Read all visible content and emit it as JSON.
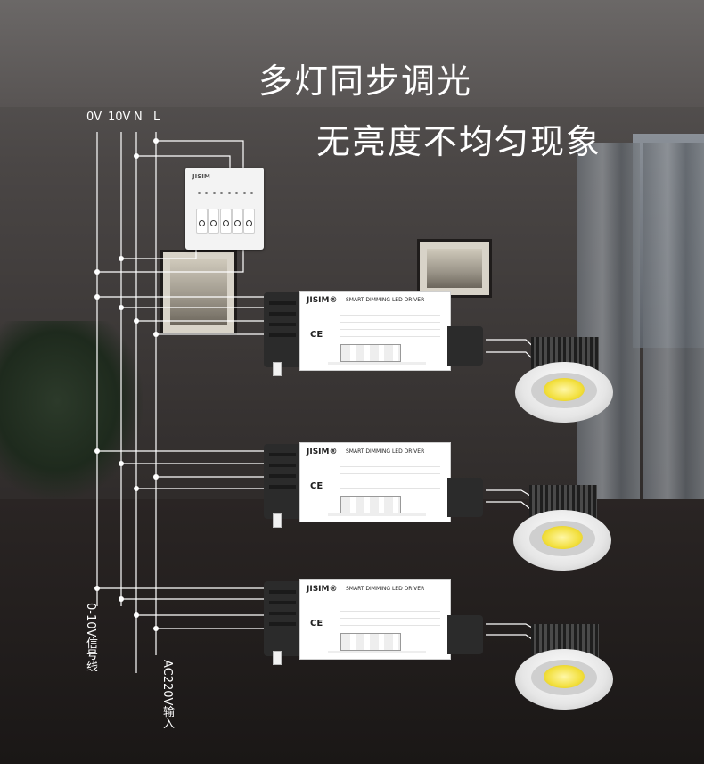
{
  "title_line1": "多灯同步调光",
  "title_line2": "无亮度不均匀现象",
  "wire_labels": {
    "zero_v": "0V",
    "ten_v": "10V",
    "neutral": "N",
    "live": "L"
  },
  "bottom_labels": {
    "signal": "0-10V信号线",
    "power": "AC220V输入"
  },
  "switch": {
    "brand": "JISIM"
  },
  "drivers": [
    {
      "brand": "JISIM®",
      "model": "SMART DIMMING LED DRIVER"
    },
    {
      "brand": "JISIM®",
      "model": "SMART DIMMING LED DRIVER"
    },
    {
      "brand": "JISIM®",
      "model": "SMART DIMMING LED DRIVER"
    }
  ],
  "colors": {
    "wire": "#ffffff",
    "led_chip": "#f2df3c",
    "driver_body": "#ffffff",
    "driver_cap": "#2b2b2b"
  }
}
